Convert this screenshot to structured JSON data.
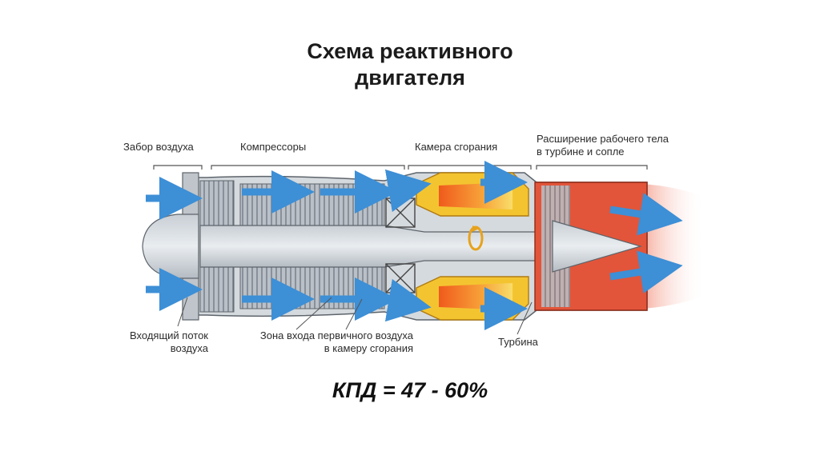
{
  "title": {
    "line1": "Схема реактивного",
    "line2": "двигателя"
  },
  "labels": {
    "air_intake": "Забор воздуха",
    "compressors": "Компрессоры",
    "combustion_chamber": "Камера сгорания",
    "expansion_line1": "Расширение рабочего тела",
    "expansion_line2": "в турбине и сопле",
    "incoming_flow_line1": "Входящий поток",
    "incoming_flow_line2": "воздуха",
    "primary_air_line1": "Зона входа первичного воздуха",
    "primary_air_line2": "в камеру сгорания",
    "turbine": "Турбина"
  },
  "formula": "КПД = 47 - 60%",
  "colors": {
    "air_arrow": "#3d8fd6",
    "engine_metal": "#a9b0b8",
    "combustion_yellow": "#f4c430",
    "flame_orange": "#f08a24",
    "nozzle_red": "#e2553a",
    "exhaust_pink": "#f7b8a8"
  }
}
